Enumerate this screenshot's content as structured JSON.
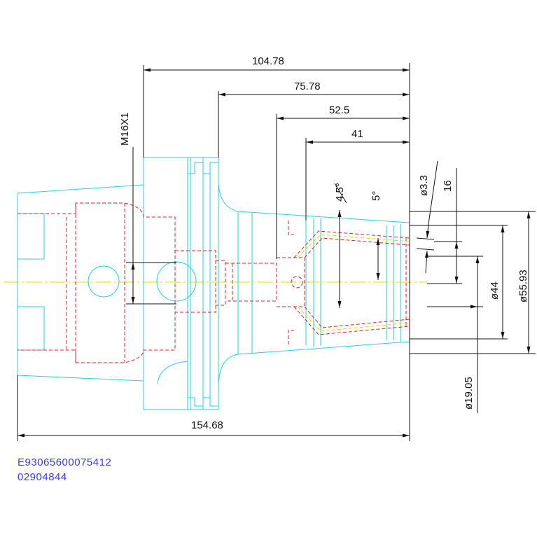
{
  "drawing": {
    "dimensions": {
      "length_104": "104.78",
      "length_75": "75.78",
      "length_52": "52.5",
      "length_41": "41",
      "overall_length": "154.68",
      "thread": "M16X1",
      "taper_angle": "4.5°",
      "nose_angle": "5°",
      "dia_3_3": "ø3.3",
      "bore_16": "16",
      "dia_44": "ø44",
      "dia_55": "ø55.93",
      "dia_19": "ø19.05"
    },
    "codes": {
      "part_number": "E93065600075412",
      "order_number": "02904844"
    },
    "colors": {
      "outline": "#22d3e0",
      "hidden": "#e0202c",
      "dimension": "#111111",
      "centerline": "#e8d800",
      "code_text": "#3a3ae0"
    }
  }
}
